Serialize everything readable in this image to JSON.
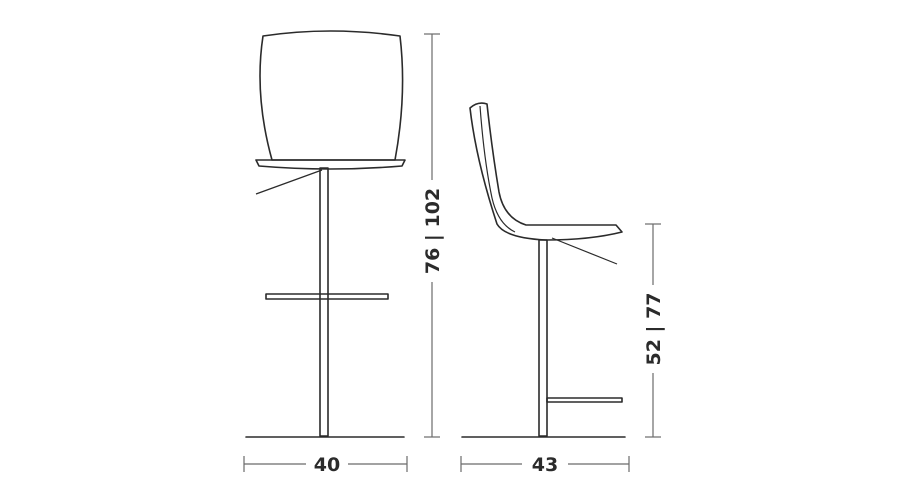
{
  "dimensions": {
    "front_width": "40",
    "side_depth": "43",
    "front_height": "76 | 102",
    "side_seat_height": "52 | 77"
  },
  "colors": {
    "stroke": "#2b2b2b",
    "dimension_line": "#6b6b6b",
    "background": "#ffffff"
  }
}
